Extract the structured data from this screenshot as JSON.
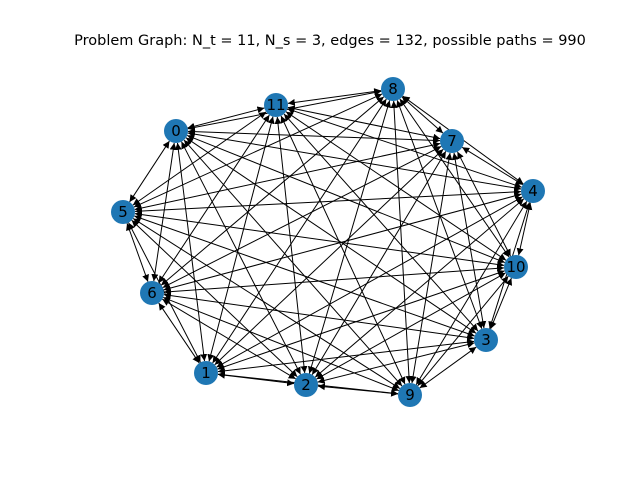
{
  "title": "Problem Graph: N_t = 11, N_s = 3, edges = 132, possible paths = 990",
  "colors": {
    "node_fill": "#1f77b4",
    "edge": "#000000",
    "background": "#ffffff"
  },
  "nodes": [
    "0",
    "1",
    "2",
    "3",
    "4",
    "5",
    "6",
    "7",
    "8",
    "9",
    "10",
    "11"
  ]
}
